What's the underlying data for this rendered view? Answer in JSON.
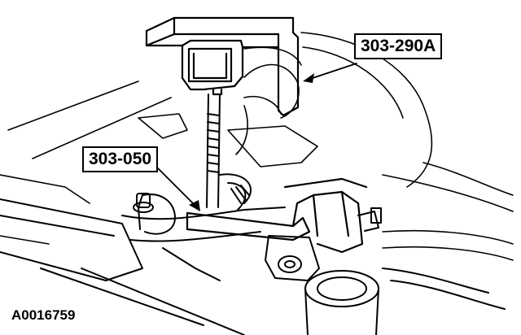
{
  "callouts": {
    "tool_a": "303-290A",
    "tool_b": "303-050"
  },
  "figure_id": "A0016759",
  "colors": {
    "line": "#000000",
    "background": "#ffffff"
  }
}
